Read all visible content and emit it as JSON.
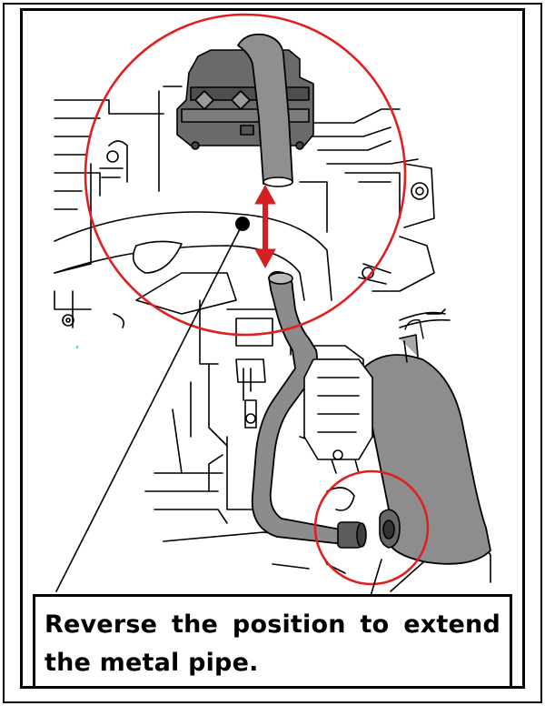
{
  "caption": {
    "text": "Reverse the position to extend the metal pipe."
  },
  "colors": {
    "highlight_circle": "#e02020",
    "arrow": "#d42020",
    "hose_fill": "#8a8a8a",
    "hose_dark": "#5a5a5a",
    "line_art": "#000000"
  },
  "icons": {
    "reference_marker": "filled-dot",
    "direction_indicator": "double-headed-arrow"
  }
}
